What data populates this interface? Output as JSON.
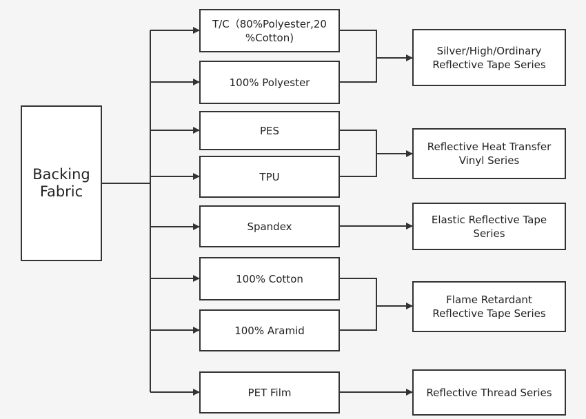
{
  "colors": {
    "background": "#f5f5f5",
    "box_fill": "#ffffff",
    "stroke": "#333333",
    "text": "#222222"
  },
  "root": {
    "label": "Backing\nFabric"
  },
  "materials": [
    {
      "label": "T/C（80%Polyester,20\n%Cotton)"
    },
    {
      "label": "100% Polyester"
    },
    {
      "label": "PES"
    },
    {
      "label": "TPU"
    },
    {
      "label": "Spandex"
    },
    {
      "label": "100% Cotton"
    },
    {
      "label": "100% Aramid"
    },
    {
      "label": "PET Film"
    }
  ],
  "series": [
    {
      "label": "Silver/High/Ordinary\nReflective Tape Series"
    },
    {
      "label": "Reflective Heat Transfer\nVinyl Series"
    },
    {
      "label": "Elastic Reflective Tape\nSeries"
    },
    {
      "label": "Flame Retardant\nReflective Tape Series"
    },
    {
      "label": "Reflective Thread Series"
    }
  ]
}
